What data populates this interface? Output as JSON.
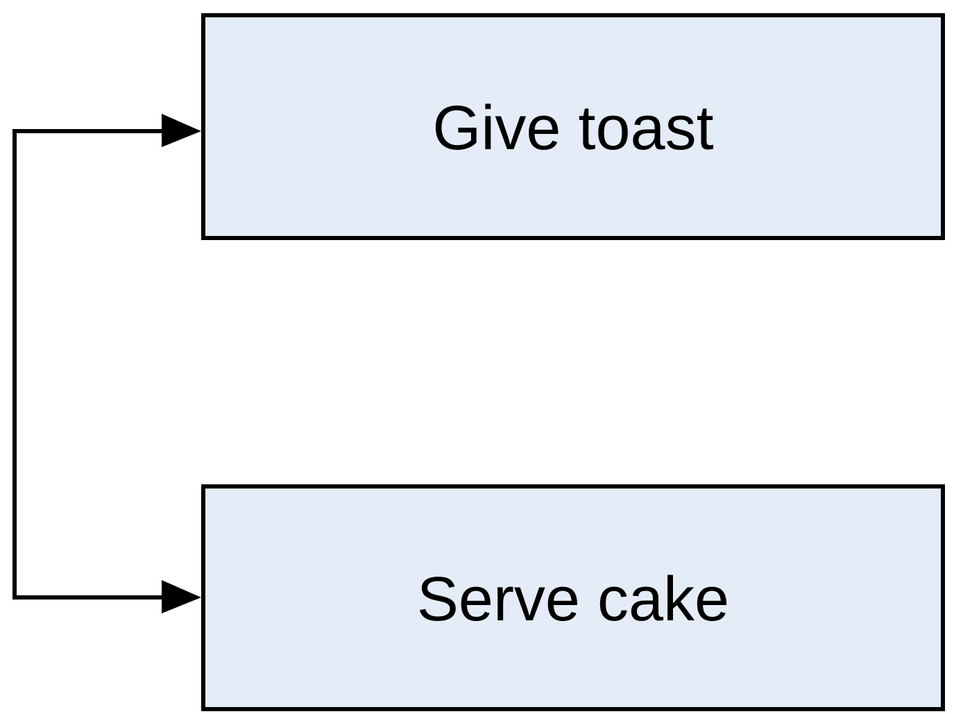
{
  "colors": {
    "box_fill": "#e4ecf7",
    "box_stroke": "#000000",
    "text": "#000000",
    "connector": "#000000",
    "background": "#ffffff"
  },
  "nodes": [
    {
      "label": "Give toast"
    },
    {
      "label": "Serve cake"
    }
  ],
  "connector": {
    "type": "bracket-loop",
    "arrowheads": "both-ends-into-boxes"
  }
}
